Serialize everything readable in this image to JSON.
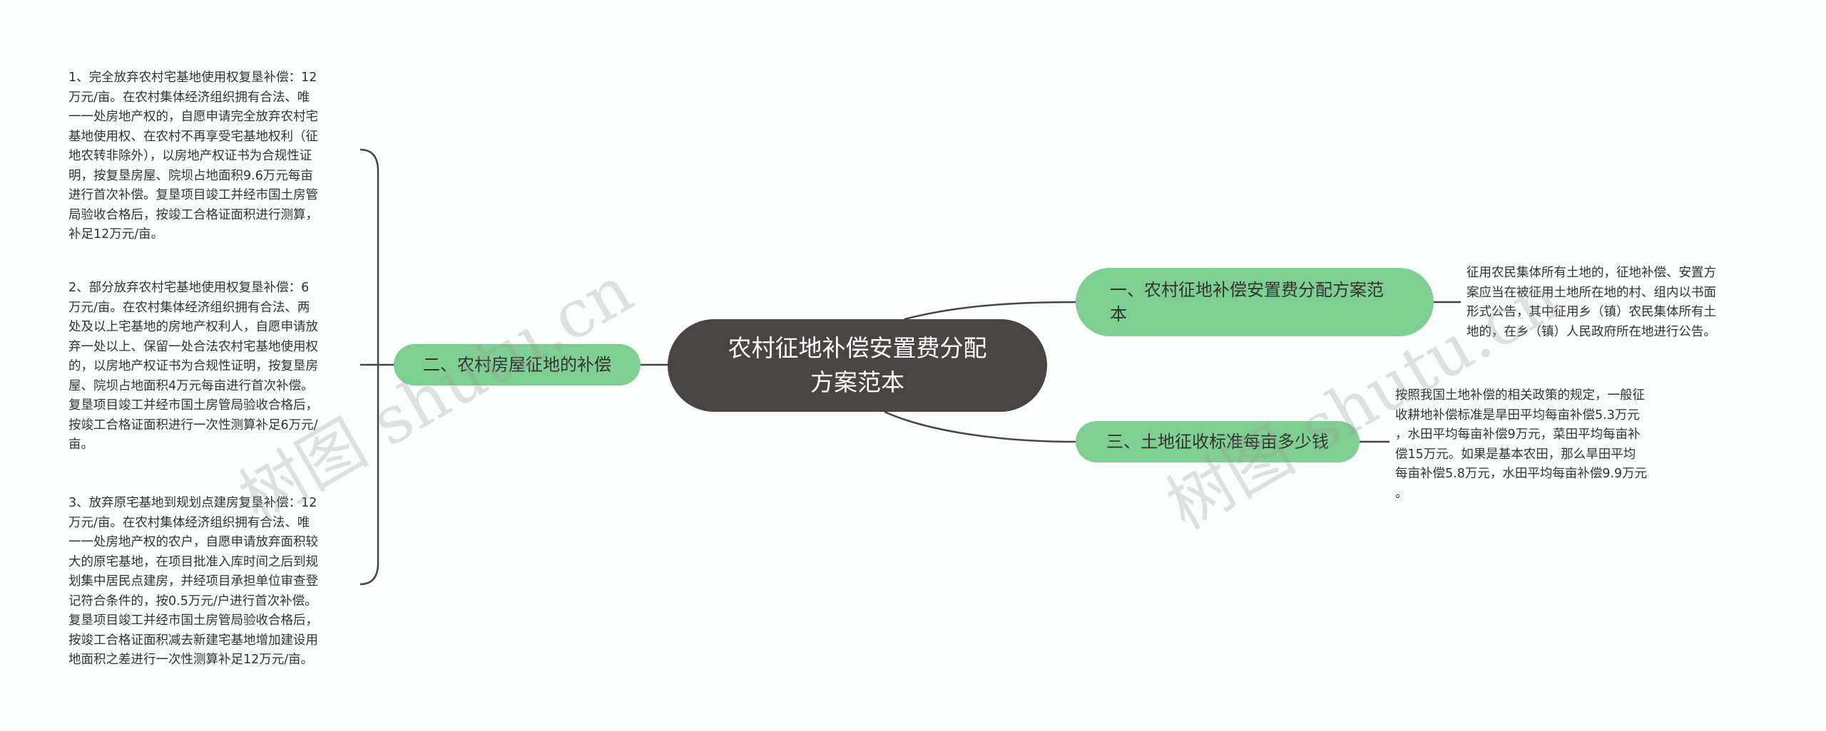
{
  "root": {
    "title": "农村征地补偿安置费分配方案范本"
  },
  "branches": [
    {
      "label": "一、农村征地补偿安置费分配方案范本"
    },
    {
      "label": "三、土地征收标准每亩多少钱"
    },
    {
      "label": "二、农村房屋征地的补偿"
    }
  ],
  "leaves": [
    {
      "text": "征用农民集体所有土地的，征地补偿、安置方\n案应当在被征用土地所在地的村、组内以书面\n形式公告，其中征用乡（镇）农民集体所有土\n地的，在乡（镇）人民政府所在地进行公告。"
    },
    {
      "text": "按照我国土地补偿的相关政策的规定，一般征\n收耕地补偿标准是旱田平均每亩补偿5.3万元\n，水田平均每亩补偿9万元，菜田平均每亩补\n偿15万元。如果是基本农田，那么旱田平均\n每亩补偿5.8万元，水田平均每亩补偿9.9万元\n。"
    },
    {
      "text": "1、完全放弃农村宅基地使用权复垦补偿：12\n万元/亩。在农村集体经济组织拥有合法、唯\n一一处房地产权的，自愿申请完全放弃农村宅\n基地使用权、在农村不再享受宅基地权利（征\n地农转非除外），以房地产权证书为合规性证\n明，按复垦房屋、院坝占地面积9.6万元每亩\n进行首次补偿。复垦项目竣工并经市国土房管\n局验收合格后，按竣工合格证面积进行测算，\n补足12万元/亩。"
    },
    {
      "text": "2、部分放弃农村宅基地使用权复垦补偿：6\n万元/亩。在农村集体经济组织拥有合法、两\n处及以上宅基地的房地产权利人，自愿申请放\n弃一处以上、保留一处合法农村宅基地使用权\n的，以房地产权证书为合规性证明，按复垦房\n屋、院坝占地面积4万元每亩进行首次补偿。\n复垦项目竣工并经市国土房管局验收合格后，\n按竣工合格证面积进行一次性测算补足6万元/\n亩。"
    },
    {
      "text": "3、放弃原宅基地到规划点建房复垦补偿：12\n万元/亩。在农村集体经济组织拥有合法、唯\n一一处房地产权的农户，自愿申请放弃面积较\n大的原宅基地，在项目批准入库时间之后到规\n划集中居民点建房，并经项目承担单位审查登\n记符合条件的，按0.5万元/户进行首次补偿。\n复垦项目竣工并经市国土房管局验收合格后，\n按竣工合格证面积减去新建宅基地增加建设用\n地面积之差进行一次性测算补足12万元/亩。"
    }
  ],
  "watermarks": [
    "树图 shutu.cn",
    "树图 shutu.cn"
  ],
  "colors": {
    "root": "#4a4543",
    "branch": "#7ecf91",
    "line": "#4a4543",
    "background": "#fafefe"
  }
}
